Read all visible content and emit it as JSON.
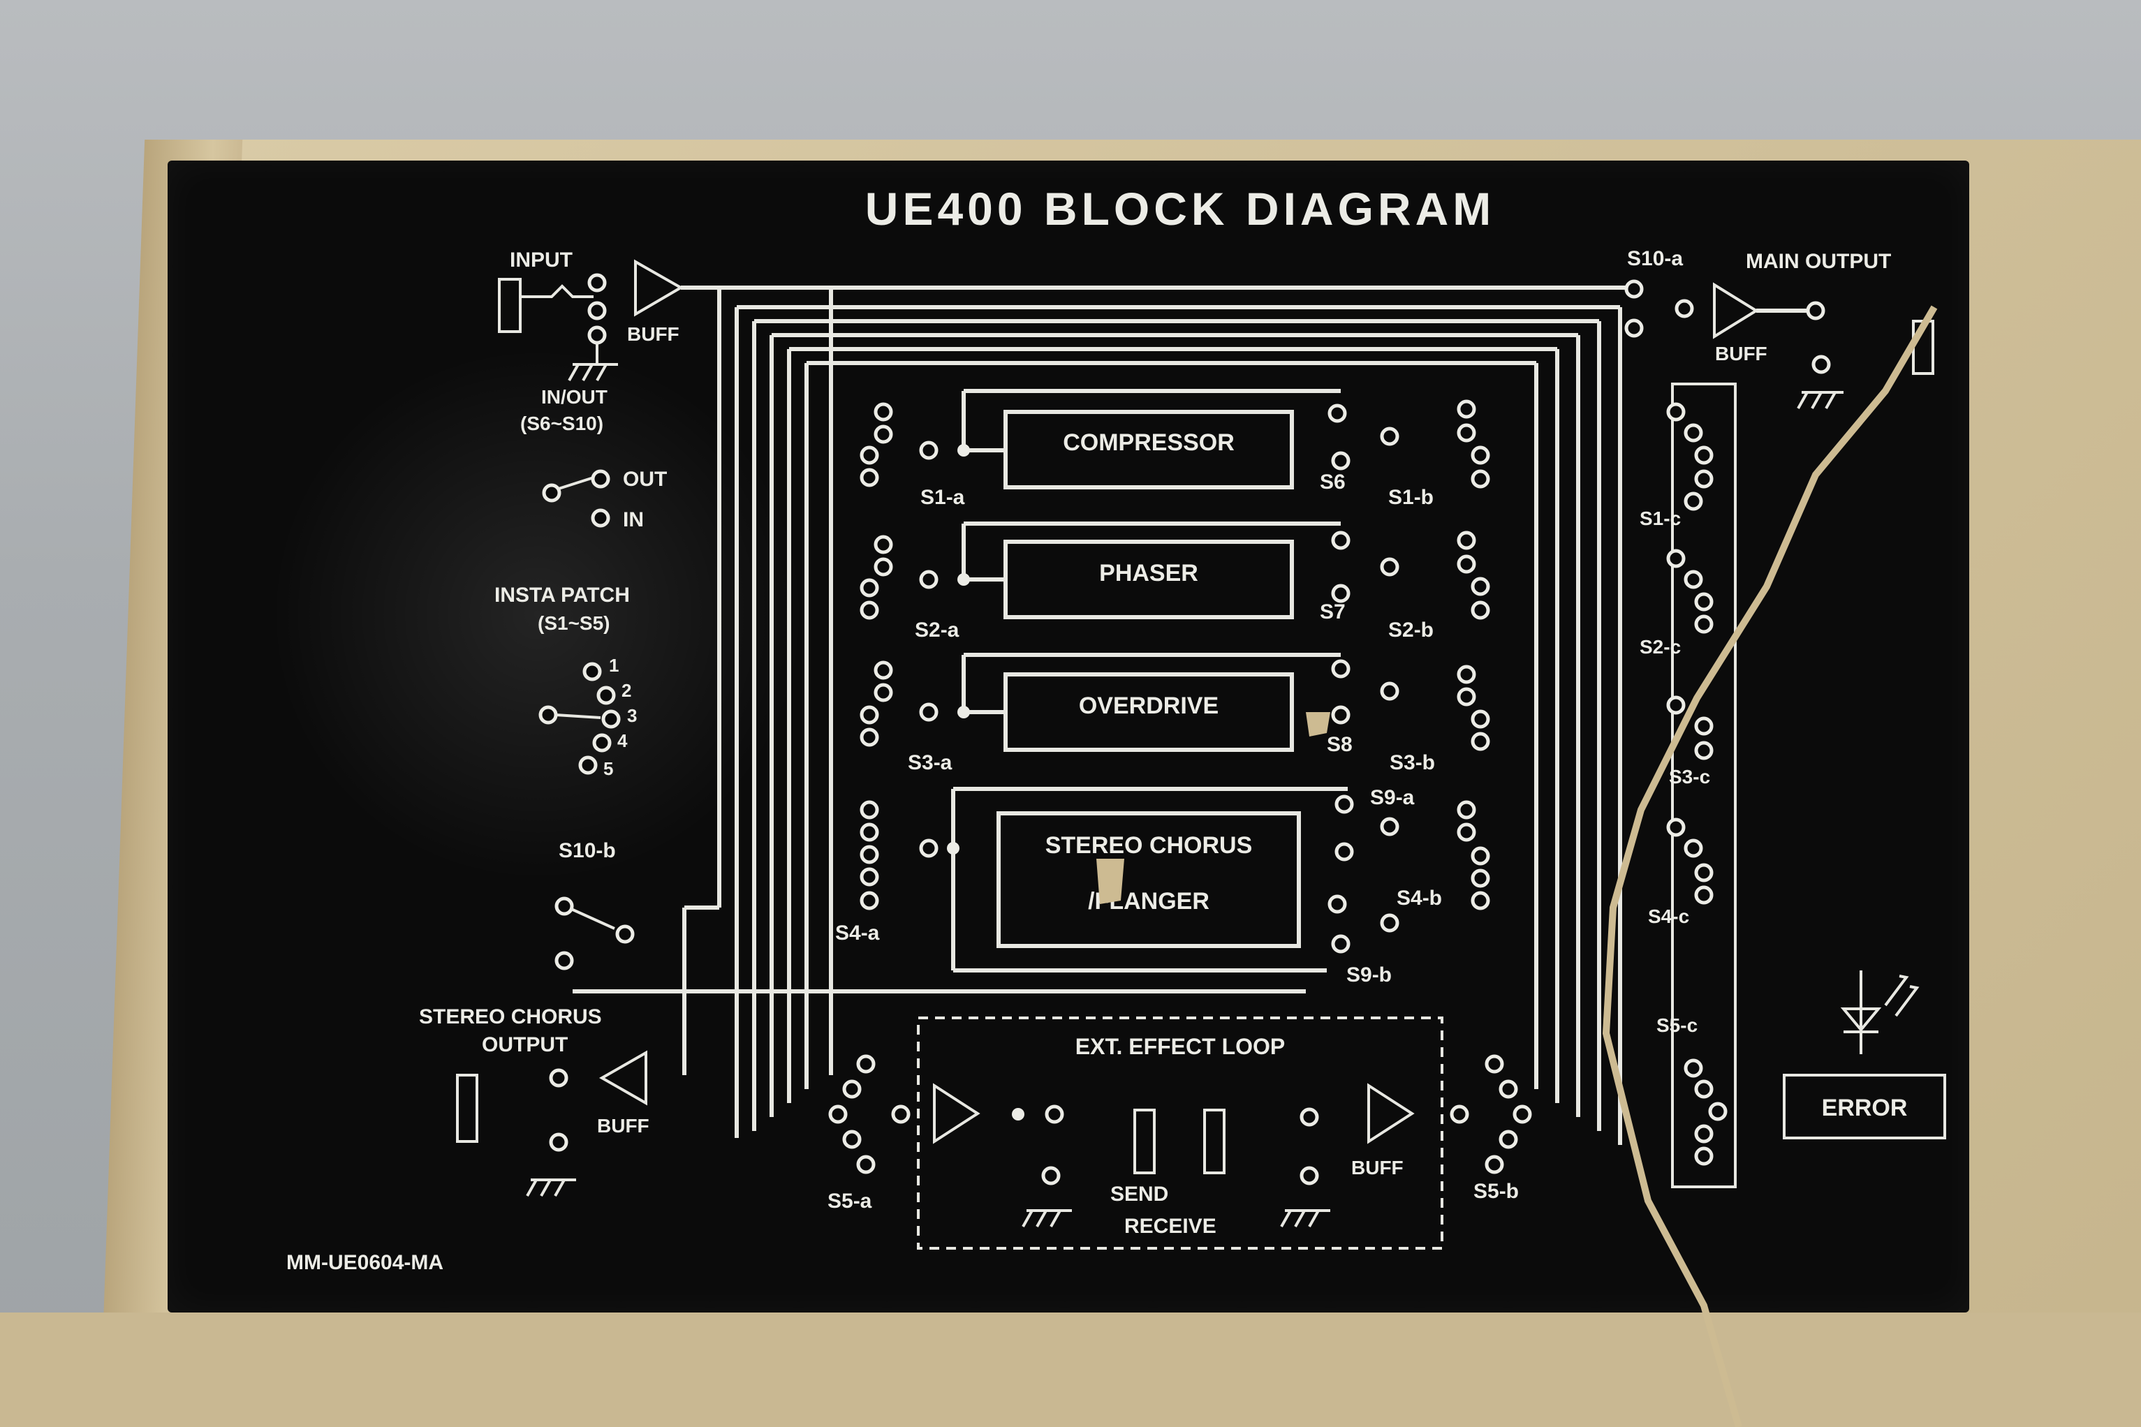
{
  "panel": {
    "title": "UE400 BLOCK DIAGRAM",
    "model_code": "MM-UE0604-MA"
  },
  "labels": {
    "input": "INPUT",
    "buff": "BUFF",
    "in_out": "IN/OUT",
    "in_out_range": "(S6~S10)",
    "out": "OUT",
    "in": "IN",
    "insta_patch": "INSTA PATCH",
    "insta_range": "(S1~S5)",
    "patch_numbers": [
      "1",
      "2",
      "3",
      "4",
      "5"
    ],
    "s10a": "S10-a",
    "s10b": "S10-b",
    "main_output": "MAIN OUTPUT",
    "stereo_chorus": "STEREO CHORUS",
    "output": "OUTPUT",
    "ext_loop": "EXT. EFFECT LOOP",
    "send": "SEND",
    "receive": "RECEIVE",
    "error": "ERROR"
  },
  "effects": [
    {
      "name": "COMPRESSOR",
      "switch_a": "S1-a",
      "switch_s": "S6",
      "switch_b": "S1-b"
    },
    {
      "name": "PHASER",
      "switch_a": "S2-a",
      "switch_s": "S7",
      "switch_b": "S2-b"
    },
    {
      "name": "OVERDRIVE",
      "switch_a": "S3-a",
      "switch_s": "S8",
      "switch_b": "S3-b"
    },
    {
      "name": "STEREO CHORUS",
      "name2": "/FLANGER",
      "switch_a": "S4-a",
      "switch_s": "S9-a",
      "switch_b": "S4-b",
      "switch_s2": "S9-b"
    }
  ],
  "loop_switches": {
    "a": "S5-a",
    "b": "S5-b"
  },
  "c_switches": [
    "S1-c",
    "S2-c",
    "S3-c",
    "S4-c",
    "S5-c"
  ]
}
